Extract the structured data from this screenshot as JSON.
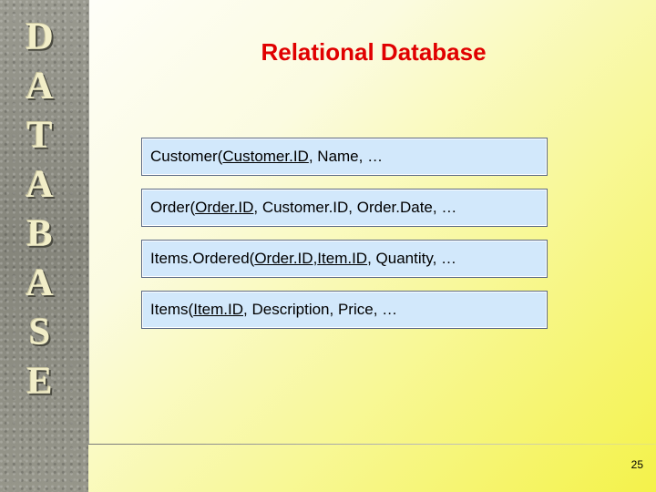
{
  "sidebar": {
    "letters": [
      "D",
      "A",
      "T",
      "A",
      "B",
      "A",
      "S",
      "E"
    ]
  },
  "slide": {
    "title": "Relational Database",
    "page_number": "25",
    "title_color": "#e00000",
    "box_fill": "#d2e8fb",
    "box_border": "#5b6a86"
  },
  "relations": [
    {
      "prefix": "Customer(",
      "key": "Customer.ID",
      "rest": ", Name, …"
    },
    {
      "prefix": "Order(",
      "key": "Order.ID",
      "rest": ", Customer.ID, Order.Date, …"
    },
    {
      "prefix": "Items.Ordered(",
      "key": "Order.ID",
      "sep": ", ",
      "key2": "Item.ID",
      "rest": ", Quantity, …"
    },
    {
      "prefix": "Items(",
      "key": "Item.ID",
      "rest": ", Description, Price, …"
    }
  ]
}
